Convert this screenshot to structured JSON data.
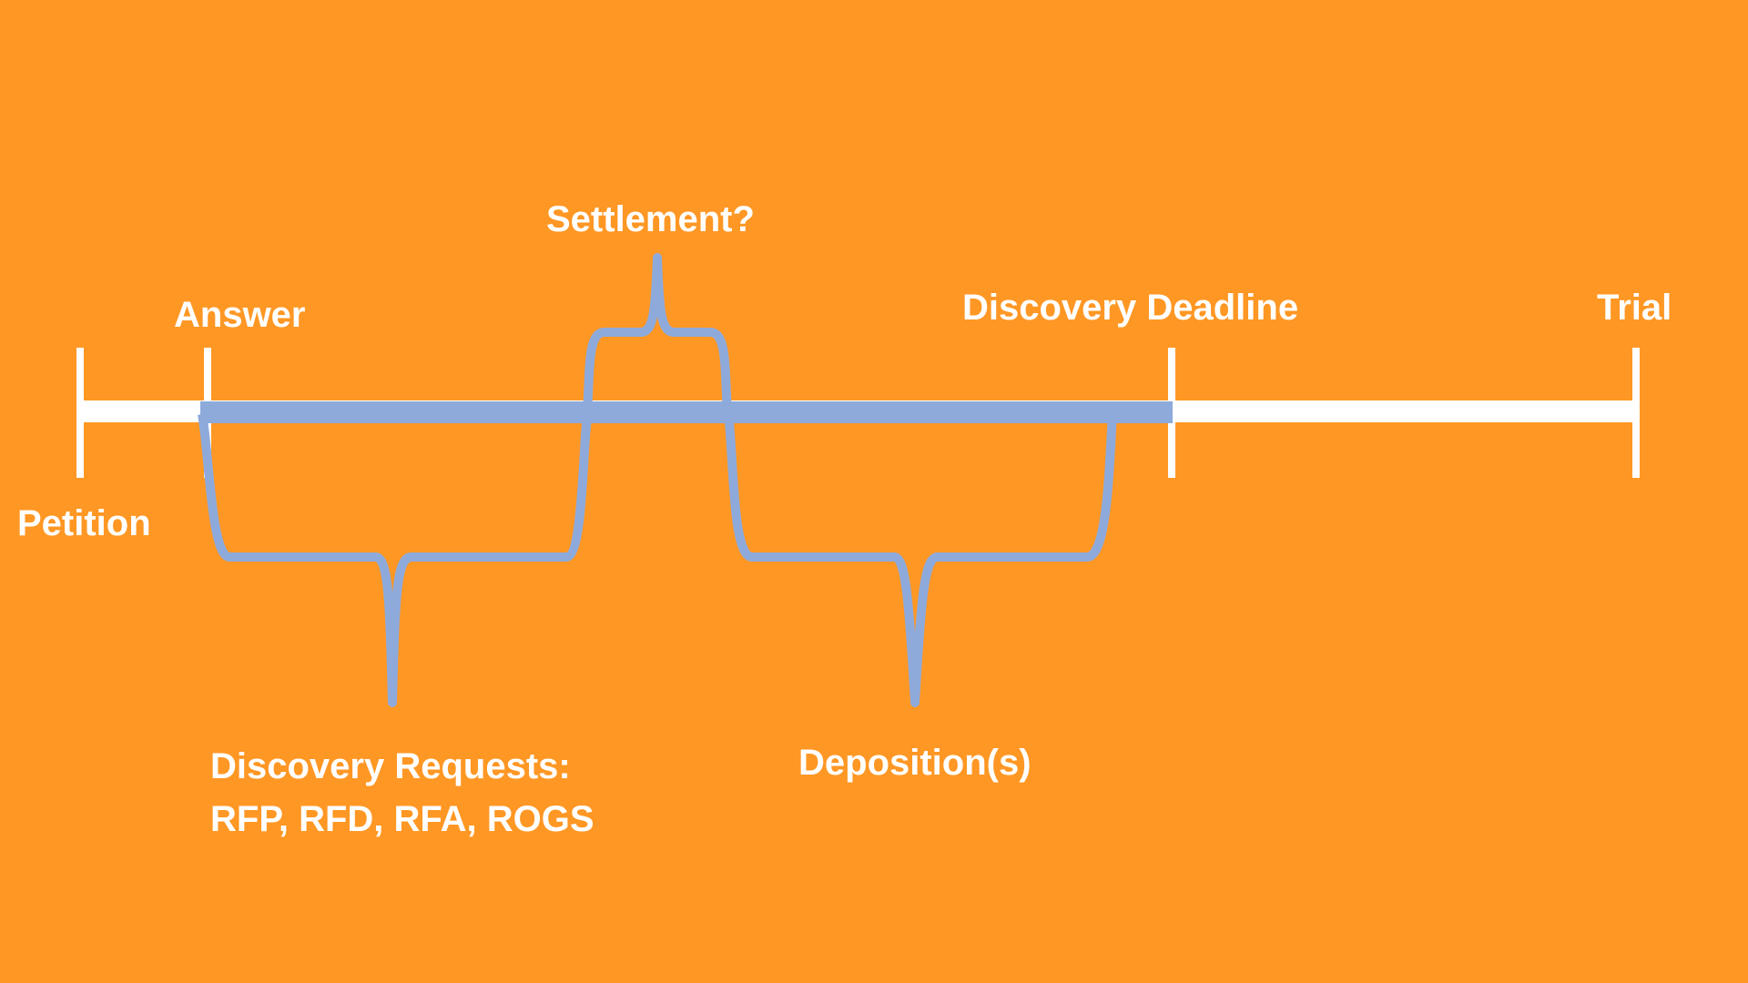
{
  "colors": {
    "background": "#FF9724",
    "timeline": "#FFFFFF",
    "bracket": "#8EAADB",
    "text": "#FFFFFF"
  },
  "labels": {
    "petition": "Petition",
    "answer": "Answer",
    "settlement": "Settlement?",
    "discovery_deadline": "Discovery Deadline",
    "trial": "Trial",
    "discovery_requests_line1": "Discovery Requests:",
    "discovery_requests_line2": "RFP, RFD, RFA, ROGS",
    "depositions": "Deposition(s)"
  }
}
